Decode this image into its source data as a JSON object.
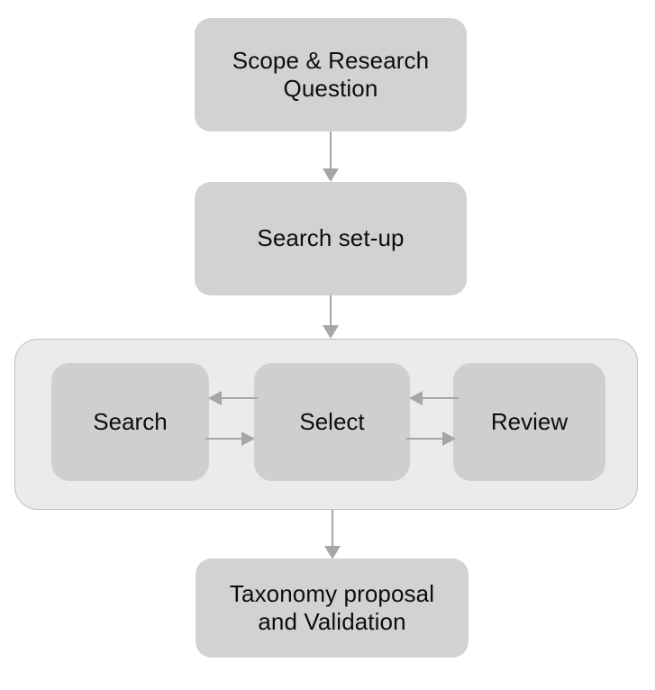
{
  "diagram": {
    "title": "Systematic literature review methodology flowchart",
    "background_color": "#ffffff",
    "node_fill": "#d2d2d2",
    "subnode_fill": "#cfcfcf",
    "group_fill": "#ebebeb",
    "group_border_color": "#bfbfbf",
    "connector_color": "#a6a6a6",
    "text_color": "#0d0d0d"
  },
  "nodes": {
    "scope": {
      "label": "Scope & Research\nQuestion"
    },
    "search_setup": {
      "label": "Search set-up"
    },
    "search": {
      "label": "Search"
    },
    "select": {
      "label": "Select"
    },
    "review": {
      "label": "Review"
    },
    "taxonomy": {
      "label": "Taxonomy proposal\nand Validation"
    }
  },
  "group": {
    "name": "iterative-search-loop",
    "members": [
      "Search",
      "Select",
      "Review"
    ]
  },
  "connectors": [
    {
      "name": "scope-to-search-setup",
      "from": "Scope & Research Question",
      "to": "Search set-up",
      "direction": "down"
    },
    {
      "name": "search-setup-to-group",
      "from": "Search set-up",
      "to": "Search / Select / Review",
      "direction": "down"
    },
    {
      "name": "select-to-search",
      "from": "Select",
      "to": "Search",
      "direction": "left"
    },
    {
      "name": "search-to-select",
      "from": "Search",
      "to": "Select",
      "direction": "right"
    },
    {
      "name": "review-to-select",
      "from": "Review",
      "to": "Select",
      "direction": "left"
    },
    {
      "name": "select-to-review",
      "from": "Select",
      "to": "Review",
      "direction": "right"
    },
    {
      "name": "group-to-taxonomy",
      "from": "Search / Select / Review",
      "to": "Taxonomy proposal and Validation",
      "direction": "down"
    }
  ]
}
